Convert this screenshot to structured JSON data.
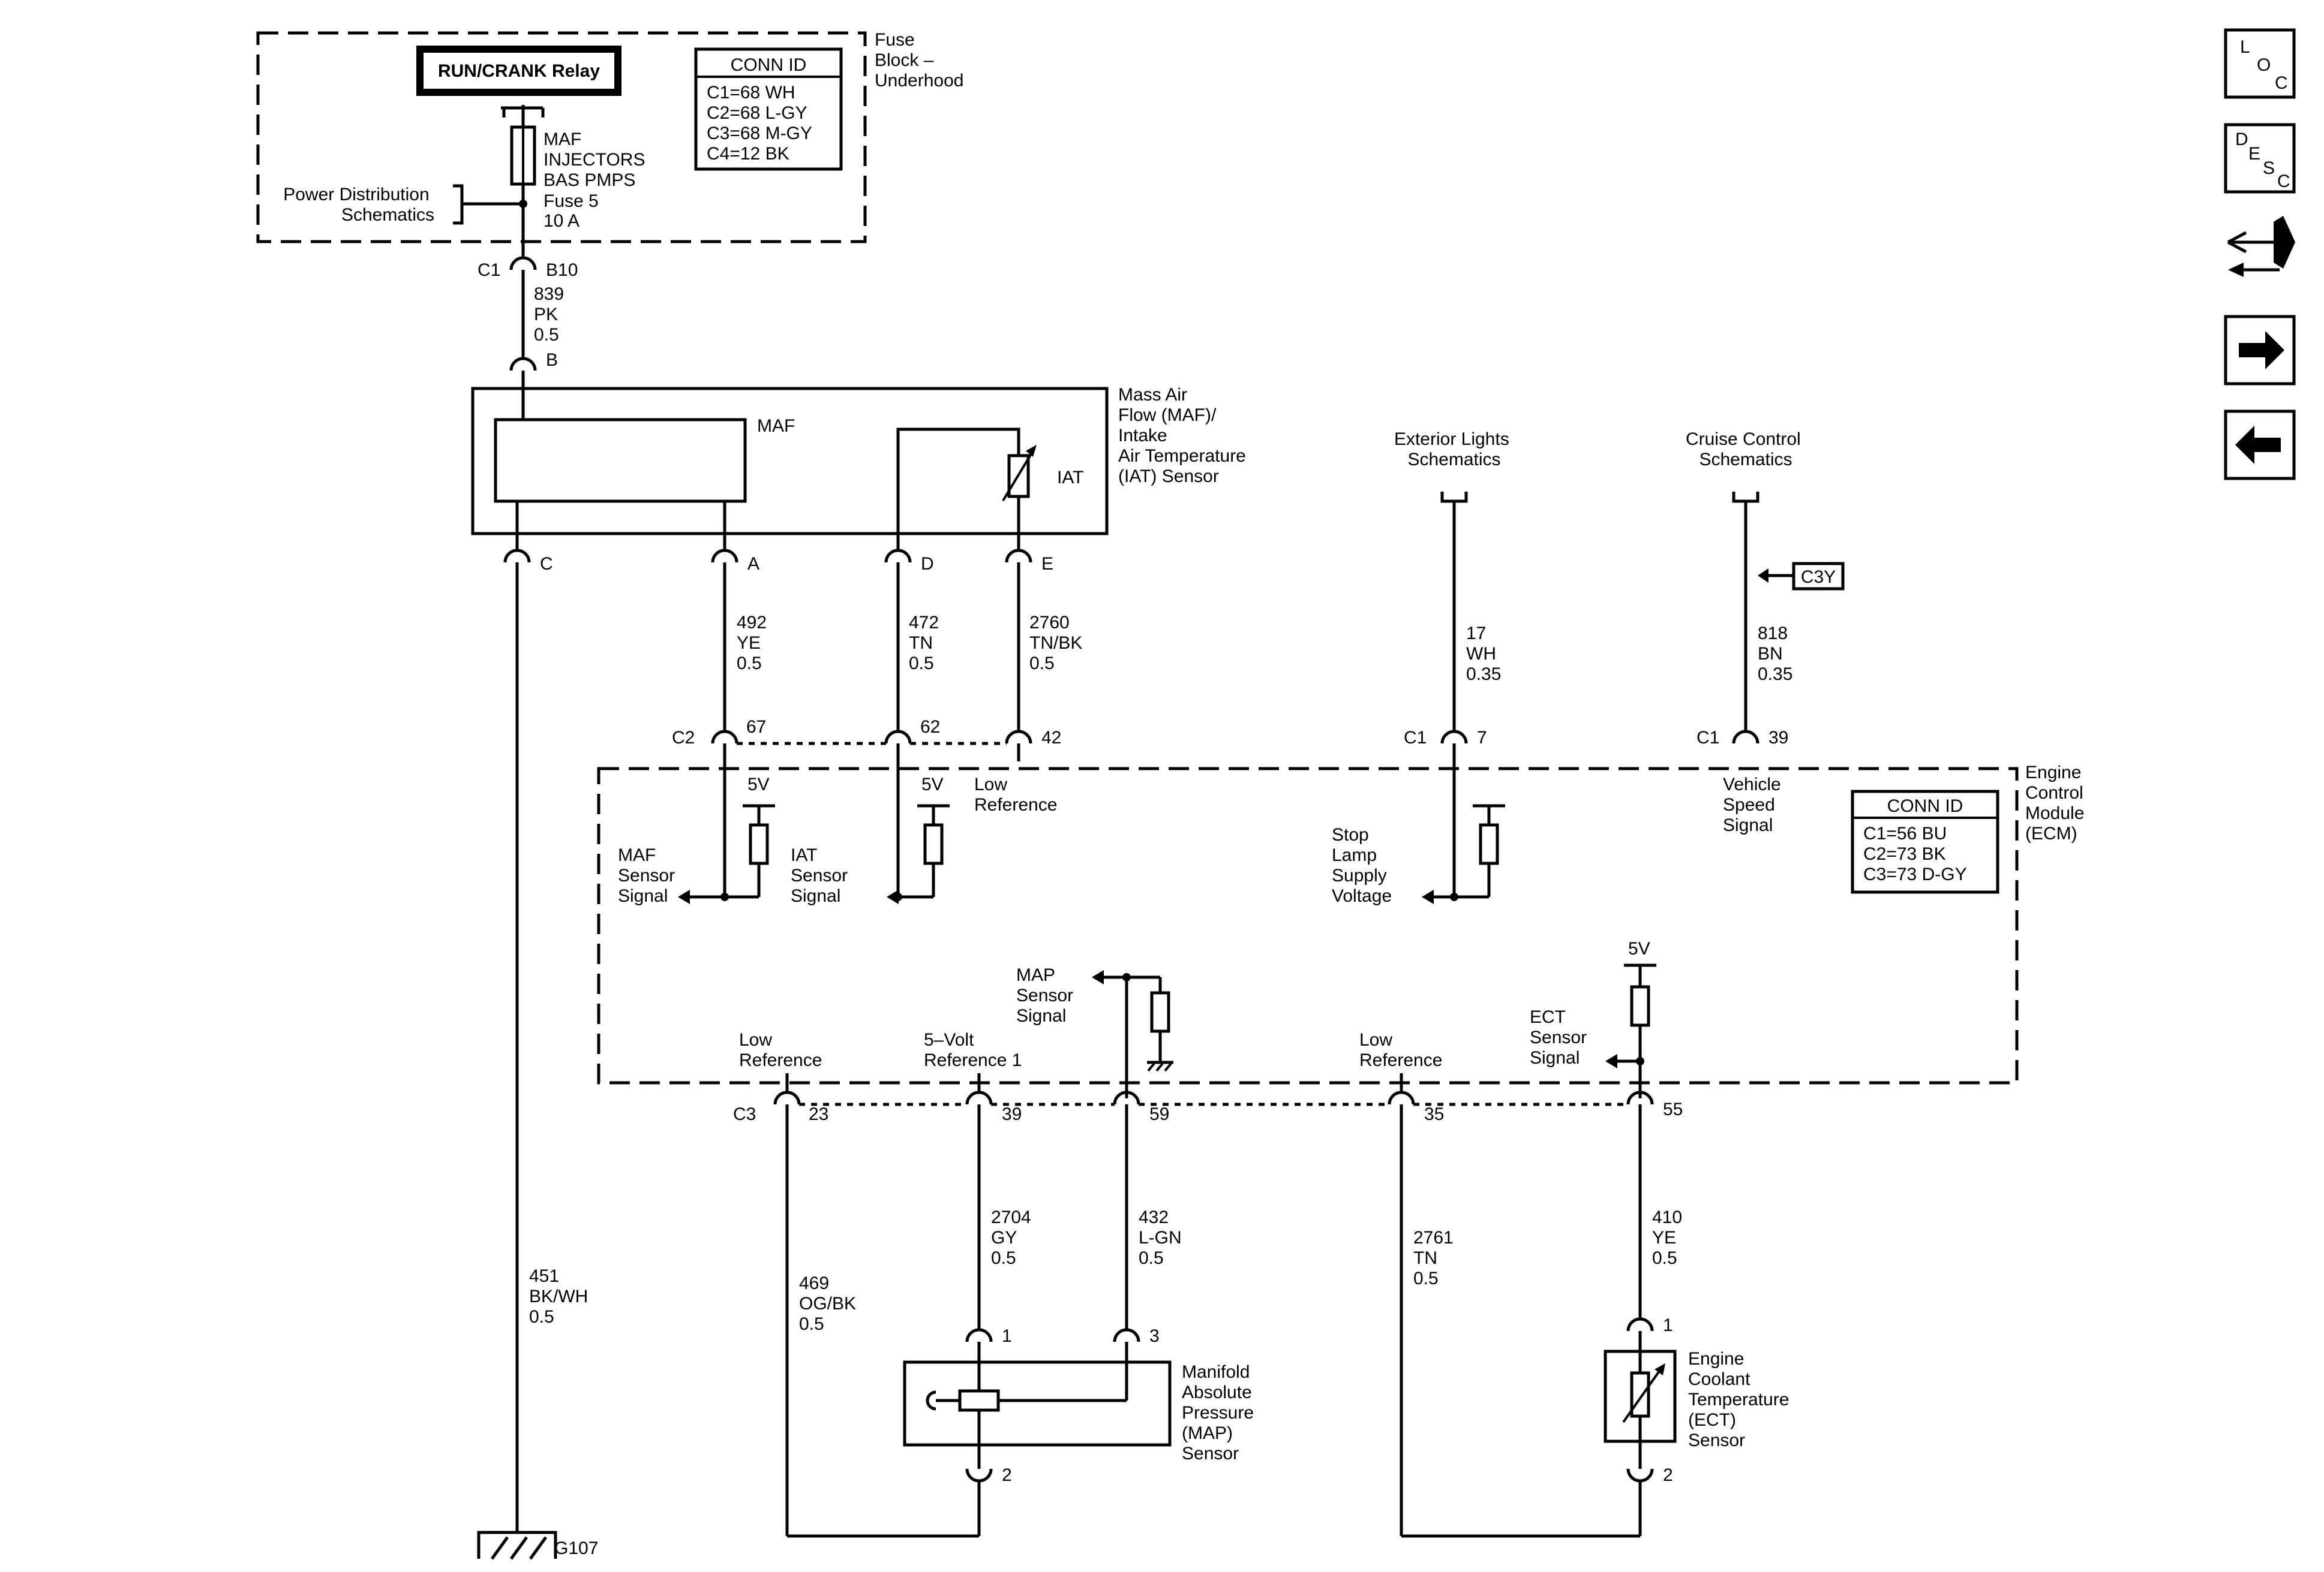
{
  "fuse_block": {
    "relay": "RUN/CRANK Relay",
    "title": [
      "Fuse",
      "Block –",
      "Underhood"
    ],
    "conn_id": {
      "title": "CONN ID",
      "rows": [
        "C1=68 WH",
        "C2=68 L-GY",
        "C3=68 M-GY",
        "C4=12 BK"
      ]
    },
    "fuse": [
      "MAF",
      "INJECTORS",
      "BAS PMPS",
      "Fuse 5",
      "10 A"
    ],
    "power_dist": [
      "Power Distribution",
      "Schematics"
    ],
    "connector": "C1",
    "terminal": "B10"
  },
  "wires": {
    "maf_feed": [
      "839",
      "PK",
      "0.5"
    ],
    "maf_ground": [
      "451",
      "BK/WH",
      "0.5"
    ],
    "maf_signal": [
      "492",
      "YE",
      "0.5"
    ],
    "iat_signal": [
      "472",
      "TN",
      "0.5"
    ],
    "iat_low_ref": [
      "2760",
      "TN/BK",
      "0.5"
    ],
    "stop_lamp": [
      "17",
      "WH",
      "0.35"
    ],
    "vss": [
      "818",
      "BN",
      "0.35"
    ],
    "map_low_ref": [
      "469",
      "OG/BK",
      "0.5"
    ],
    "map_5v": [
      "2704",
      "GY",
      "0.5"
    ],
    "map_signal": [
      "432",
      "L-GN",
      "0.5"
    ],
    "ect_low_ref": [
      "2761",
      "TN",
      "0.5"
    ],
    "ect_signal": [
      "410",
      "YE",
      "0.5"
    ]
  },
  "maf_sensor": {
    "title": [
      "Mass Air",
      "Flow (MAF)/",
      "Intake",
      "Air Temperature",
      "(IAT) Sensor"
    ],
    "maf_label": "MAF",
    "iat_label": "IAT",
    "pins": {
      "b": "B",
      "c": "C",
      "a": "A",
      "d": "D",
      "e": "E"
    }
  },
  "external": {
    "exterior_lights": [
      "Exterior Lights",
      "Schematics"
    ],
    "cruise_control": [
      "Cruise Control",
      "Schematics"
    ],
    "c3y": "C3Y"
  },
  "ecm": {
    "title": [
      "Engine",
      "Control",
      "Module",
      "(ECM)"
    ],
    "conn_id": {
      "title": "CONN ID",
      "rows": [
        "C1=56 BU",
        "C2=73 BK",
        "C3=73 D-GY"
      ]
    },
    "c2": {
      "connector": "C2",
      "pins": [
        "67",
        "62",
        "42"
      ]
    },
    "c1_stop": {
      "connector": "C1",
      "pin": "7"
    },
    "c1_vss": {
      "connector": "C1",
      "pin": "39"
    },
    "c3": {
      "connector": "C3",
      "pins": [
        "23",
        "39",
        "59",
        "35",
        "55"
      ]
    },
    "v5": "5V",
    "maf_signal": [
      "MAF",
      "Sensor",
      "Signal"
    ],
    "iat_signal": [
      "IAT",
      "Sensor",
      "Signal"
    ],
    "low_ref_top": [
      "Low",
      "Reference"
    ],
    "stop_lamp": [
      "Stop",
      "Lamp",
      "Supply",
      "Voltage"
    ],
    "vss": [
      "Vehicle",
      "Speed",
      "Signal"
    ],
    "map_signal": [
      "MAP",
      "Sensor",
      "Signal"
    ],
    "low_ref_1": [
      "Low",
      "Reference"
    ],
    "ref_5v": [
      "5–Volt",
      "Reference 1"
    ],
    "low_ref_2": [
      "Low",
      "Reference"
    ],
    "ect_signal": [
      "ECT",
      "Sensor",
      "Signal"
    ]
  },
  "map_sensor": {
    "title": [
      "Manifold",
      "Absolute",
      "Pressure",
      "(MAP)",
      "Sensor"
    ],
    "pins": [
      "1",
      "3",
      "2"
    ]
  },
  "ect_sensor": {
    "title": [
      "Engine",
      "Coolant",
      "Temperature",
      "(ECT)",
      "Sensor"
    ],
    "pins": [
      "1",
      "2"
    ]
  },
  "ground": "G107",
  "nav": {
    "loc": [
      "L",
      "O",
      "C"
    ],
    "desc": [
      "D",
      "E",
      "S",
      "C"
    ],
    "icons": [
      "connector-icon",
      "arrow-right-icon",
      "arrow-left-icon"
    ]
  }
}
